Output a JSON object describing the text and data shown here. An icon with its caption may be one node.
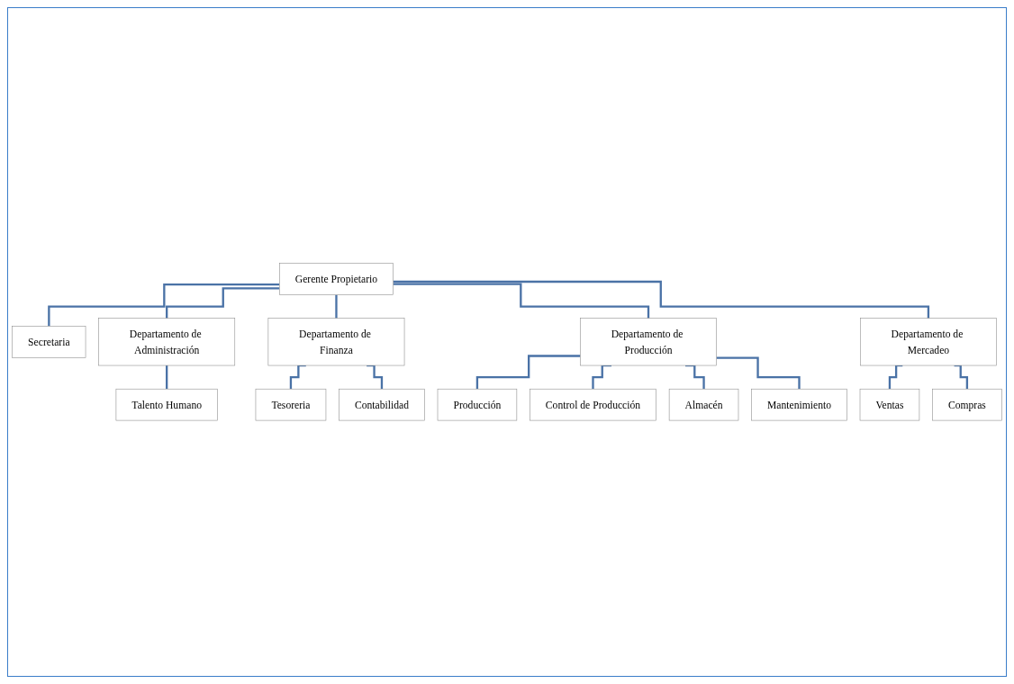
{
  "diagram": {
    "nodes": [
      {
        "text": [
          "Gerente Propietario"
        ]
      },
      {
        "text": [
          "Secretaria"
        ]
      },
      {
        "text": [
          "Departamento de Administración"
        ]
      },
      {
        "text": [
          "Departamento de Finanza"
        ]
      },
      {
        "text": [
          "Departamento de Producción"
        ]
      },
      {
        "text": [
          "Departamento de Mercadeo"
        ]
      },
      {
        "text": [
          "Talento Humano"
        ]
      },
      {
        "text": [
          "Tesoreria"
        ]
      },
      {
        "text": [
          "Contabilidad"
        ]
      },
      {
        "text": [
          "Producción"
        ]
      },
      {
        "text": [
          "Control de Producción"
        ]
      },
      {
        "text": [
          "Almacén"
        ]
      },
      {
        "text": [
          "Mantenimiento"
        ]
      },
      {
        "text": [
          "Ventas"
        ]
      },
      {
        "text": [
          "Compras"
        ]
      }
    ],
    "edges": [
      {
        "from": 0,
        "to": 1,
        "arrow": "none"
      },
      {
        "from": 0,
        "to": 2,
        "arrow": "none"
      },
      {
        "from": 0,
        "to": 3,
        "arrow": "none"
      },
      {
        "from": 0,
        "to": 4,
        "arrow": "none"
      },
      {
        "from": 0,
        "to": 5,
        "arrow": "none"
      },
      {
        "from": 2,
        "to": 6,
        "arrow": "none"
      },
      {
        "from": 3,
        "to": 7,
        "arrow": "none"
      },
      {
        "from": 3,
        "to": 8,
        "arrow": "none"
      },
      {
        "from": 4,
        "to": 9,
        "arrow": "none"
      },
      {
        "from": 4,
        "to": 10,
        "arrow": "none"
      },
      {
        "from": 4,
        "to": 11,
        "arrow": "none"
      },
      {
        "from": 4,
        "to": 12,
        "arrow": "none"
      },
      {
        "from": 5,
        "to": 13,
        "arrow": "none"
      },
      {
        "from": 5,
        "to": 14,
        "arrow": "none"
      }
    ]
  }
}
